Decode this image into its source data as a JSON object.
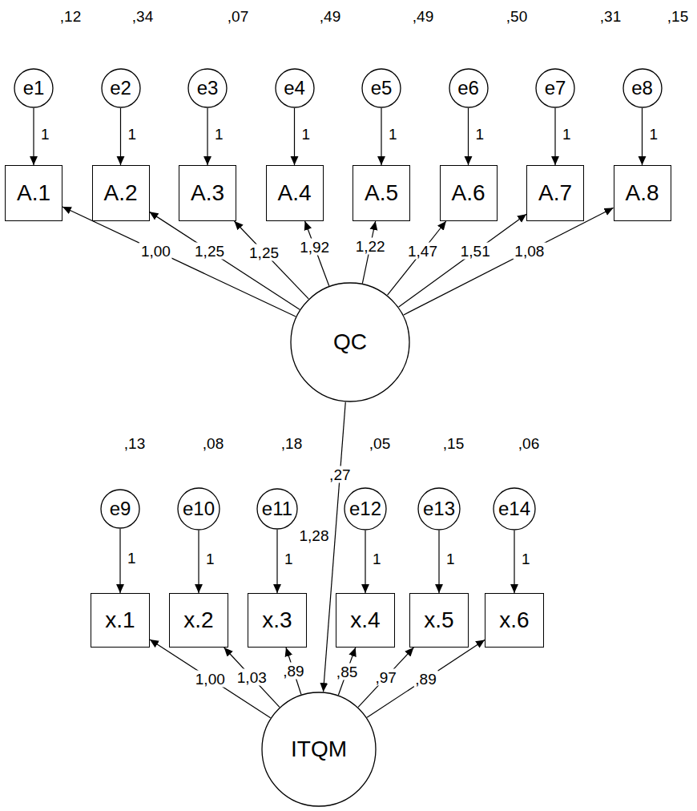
{
  "diagram": {
    "nodes": [
      {
        "text": [
          "e1"
        ]
      },
      {
        "text": [
          "e2"
        ]
      },
      {
        "text": [
          "e3"
        ]
      },
      {
        "text": [
          "e4"
        ]
      },
      {
        "text": [
          "e5"
        ]
      },
      {
        "text": [
          "e6"
        ]
      },
      {
        "text": [
          "e7"
        ]
      },
      {
        "text": [
          "e8"
        ]
      },
      {
        "text": [
          "A.1"
        ]
      },
      {
        "text": [
          "A.2"
        ]
      },
      {
        "text": [
          "A.3"
        ]
      },
      {
        "text": [
          "A.4"
        ]
      },
      {
        "text": [
          "A.5"
        ]
      },
      {
        "text": [
          "A.6"
        ]
      },
      {
        "text": [
          "A.7"
        ]
      },
      {
        "text": [
          "A.8"
        ]
      },
      {
        "text": [
          "QC"
        ]
      },
      {
        "text": [
          "e9"
        ]
      },
      {
        "text": [
          "e10"
        ]
      },
      {
        "text": [
          "e11"
        ]
      },
      {
        "text": [
          "e12"
        ]
      },
      {
        "text": [
          "e13"
        ]
      },
      {
        "text": [
          "e14"
        ]
      },
      {
        "text": [
          "x.1"
        ]
      },
      {
        "text": [
          "x.2"
        ]
      },
      {
        "text": [
          "x.3"
        ]
      },
      {
        "text": [
          "x.4"
        ]
      },
      {
        "text": [
          "x.5"
        ]
      },
      {
        "text": [
          "x.6"
        ]
      },
      {
        "text": [
          "ITQM"
        ]
      }
    ],
    "edges": [
      {
        "from": 0,
        "to": 8,
        "label": "1",
        "arrow": "to"
      },
      {
        "from": 1,
        "to": 9,
        "label": "1",
        "arrow": "to"
      },
      {
        "from": 2,
        "to": 10,
        "label": "1",
        "arrow": "to"
      },
      {
        "from": 3,
        "to": 11,
        "label": "1",
        "arrow": "to"
      },
      {
        "from": 4,
        "to": 12,
        "label": "1",
        "arrow": "to"
      },
      {
        "from": 5,
        "to": 13,
        "label": "1",
        "arrow": "to"
      },
      {
        "from": 6,
        "to": 14,
        "label": "1",
        "arrow": "to"
      },
      {
        "from": 7,
        "to": 15,
        "label": "1",
        "arrow": "to"
      },
      {
        "from": 16,
        "to": 8,
        "label": "1,00",
        "arrow": "to"
      },
      {
        "from": 16,
        "to": 9,
        "label": "1,25",
        "arrow": "to"
      },
      {
        "from": 16,
        "to": 10,
        "label": "1,25",
        "arrow": "to"
      },
      {
        "from": 16,
        "to": 11,
        "label": "1,92",
        "arrow": "to"
      },
      {
        "from": 16,
        "to": 12,
        "label": "1,22",
        "arrow": "to"
      },
      {
        "from": 16,
        "to": 13,
        "label": "1,47",
        "arrow": "to"
      },
      {
        "from": 16,
        "to": 14,
        "label": "1,51",
        "arrow": "to"
      },
      {
        "from": 16,
        "to": 15,
        "label": "1,08",
        "arrow": "to"
      },
      {
        "from": 16,
        "to": 29,
        "label": ",27",
        "arrow": "to"
      },
      {
        "from": 17,
        "to": 23,
        "label": "1",
        "arrow": "to"
      },
      {
        "from": 18,
        "to": 24,
        "label": "1",
        "arrow": "to"
      },
      {
        "from": 19,
        "to": 25,
        "label": "1",
        "arrow": "to"
      },
      {
        "from": 20,
        "to": 26,
        "label": "1",
        "arrow": "to"
      },
      {
        "from": 21,
        "to": 27,
        "label": "1",
        "arrow": "to"
      },
      {
        "from": 22,
        "to": 28,
        "label": "1",
        "arrow": "to"
      },
      {
        "from": 29,
        "to": 23,
        "label": "1,00",
        "arrow": "to"
      },
      {
        "from": 29,
        "to": 24,
        "label": "1,03",
        "arrow": "to"
      },
      {
        "from": 29,
        "to": 25,
        "label": ",89",
        "arrow": "to"
      },
      {
        "from": 29,
        "to": 26,
        "label": ",85",
        "arrow": "to"
      },
      {
        "from": 29,
        "to": 27,
        "label": ",97",
        "arrow": "to"
      },
      {
        "from": 29,
        "to": 28,
        "label": ",89",
        "arrow": "to"
      }
    ],
    "labels": [
      ",12",
      ",34",
      ",07",
      ",49",
      ",49",
      ",50",
      ",31",
      ",15",
      ",13",
      ",08",
      ",18",
      ",05",
      ",15",
      ",06",
      "1,28"
    ]
  }
}
